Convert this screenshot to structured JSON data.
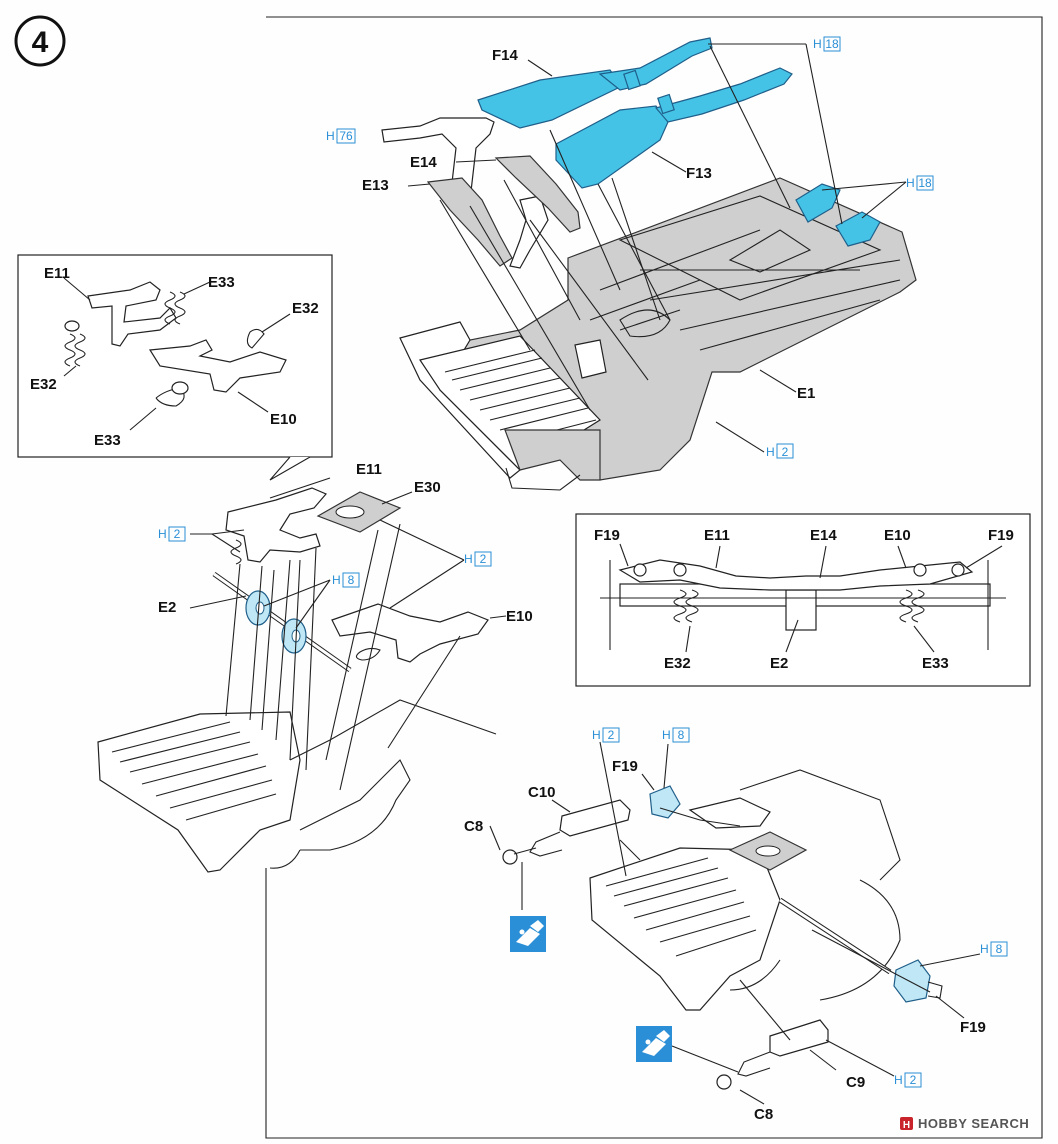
{
  "step_number": "4",
  "labels": {
    "f14": "F14",
    "f13": "F13",
    "e14": "E14",
    "e13": "E13",
    "e1": "E1",
    "h18_a": "18",
    "h18_b": "18",
    "h76": "76",
    "h2_main": "2",
    "inset1": {
      "e11": "E11",
      "e33_top": "E33",
      "e32_right": "E32",
      "e32_left": "E32",
      "e10": "E10",
      "e33_bottom": "E33"
    },
    "mid": {
      "e11": "E11",
      "e30": "E30",
      "h2_left": "2",
      "h2_right": "2",
      "h8": "8",
      "e2": "E2",
      "e10": "E10"
    },
    "inset2": {
      "f19_left": "F19",
      "e11": "E11",
      "e14": "E14",
      "e10": "E10",
      "f19_right": "F19",
      "e32": "E32",
      "e2": "E2",
      "e33": "E33"
    },
    "lower": {
      "h2_top": "2",
      "h8_top": "8",
      "f19_top": "F19",
      "c10": "C10",
      "c8_top": "C8",
      "h8_right": "8",
      "f19_right": "F19",
      "c9": "C9",
      "h2_bottom": "2",
      "c8_bottom": "C8"
    },
    "h_prefix": "H"
  },
  "colors": {
    "accent": "#45c3e6",
    "ref_text": "#2a8fd6",
    "body_grey": "#cfcfcf"
  },
  "icons": [
    "glue-icon",
    "glue-icon"
  ],
  "watermark": "HOBBY SEARCH"
}
